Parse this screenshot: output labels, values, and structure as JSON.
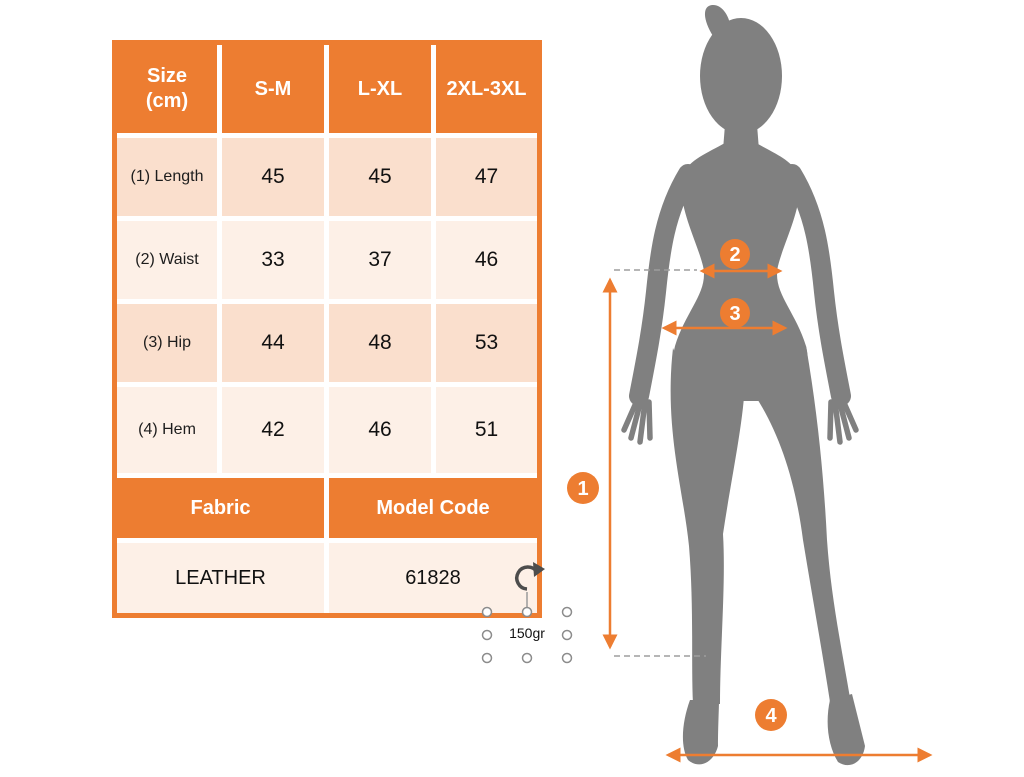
{
  "table": {
    "headers": [
      "Size (cm)",
      "S-M",
      "L-XL",
      "2XL-3XL"
    ],
    "rows": [
      {
        "label": "(1) Length",
        "values": [
          "45",
          "45",
          "47"
        ]
      },
      {
        "label": "(2) Waist",
        "values": [
          "33",
          "37",
          "46"
        ]
      },
      {
        "label": "(3) Hip",
        "values": [
          "44",
          "48",
          "53"
        ]
      },
      {
        "label": "(4) Hem",
        "values": [
          "42",
          "46",
          "51"
        ]
      }
    ],
    "fabric_label": "Fabric",
    "model_code_label": "Model Code",
    "fabric_value": "LEATHER",
    "model_code_value": "61828"
  },
  "textbox": {
    "value": "150gr"
  },
  "figure": {
    "markers": [
      "1",
      "2",
      "3",
      "4"
    ]
  },
  "chart_data": {
    "type": "table",
    "title": "Size (cm)",
    "columns": [
      "Size (cm)",
      "S-M",
      "L-XL",
      "2XL-3XL"
    ],
    "rows": [
      [
        "(1) Length",
        45,
        45,
        47
      ],
      [
        "(2) Waist",
        33,
        37,
        46
      ],
      [
        "(3) Hip",
        44,
        48,
        53
      ],
      [
        "(4) Hem",
        42,
        46,
        51
      ]
    ],
    "fabric": "LEATHER",
    "model_code": "61828",
    "weight": "150gr",
    "annotations": [
      "1 = length (vertical)",
      "2 = waist",
      "3 = hip",
      "4 = hem"
    ]
  },
  "colors": {
    "orange": "#ED7D31",
    "peach_dark": "#FADFCD",
    "peach_light": "#FDF0E7",
    "silhouette_gray": "#808080",
    "dash_gray": "#9E9E9E"
  }
}
